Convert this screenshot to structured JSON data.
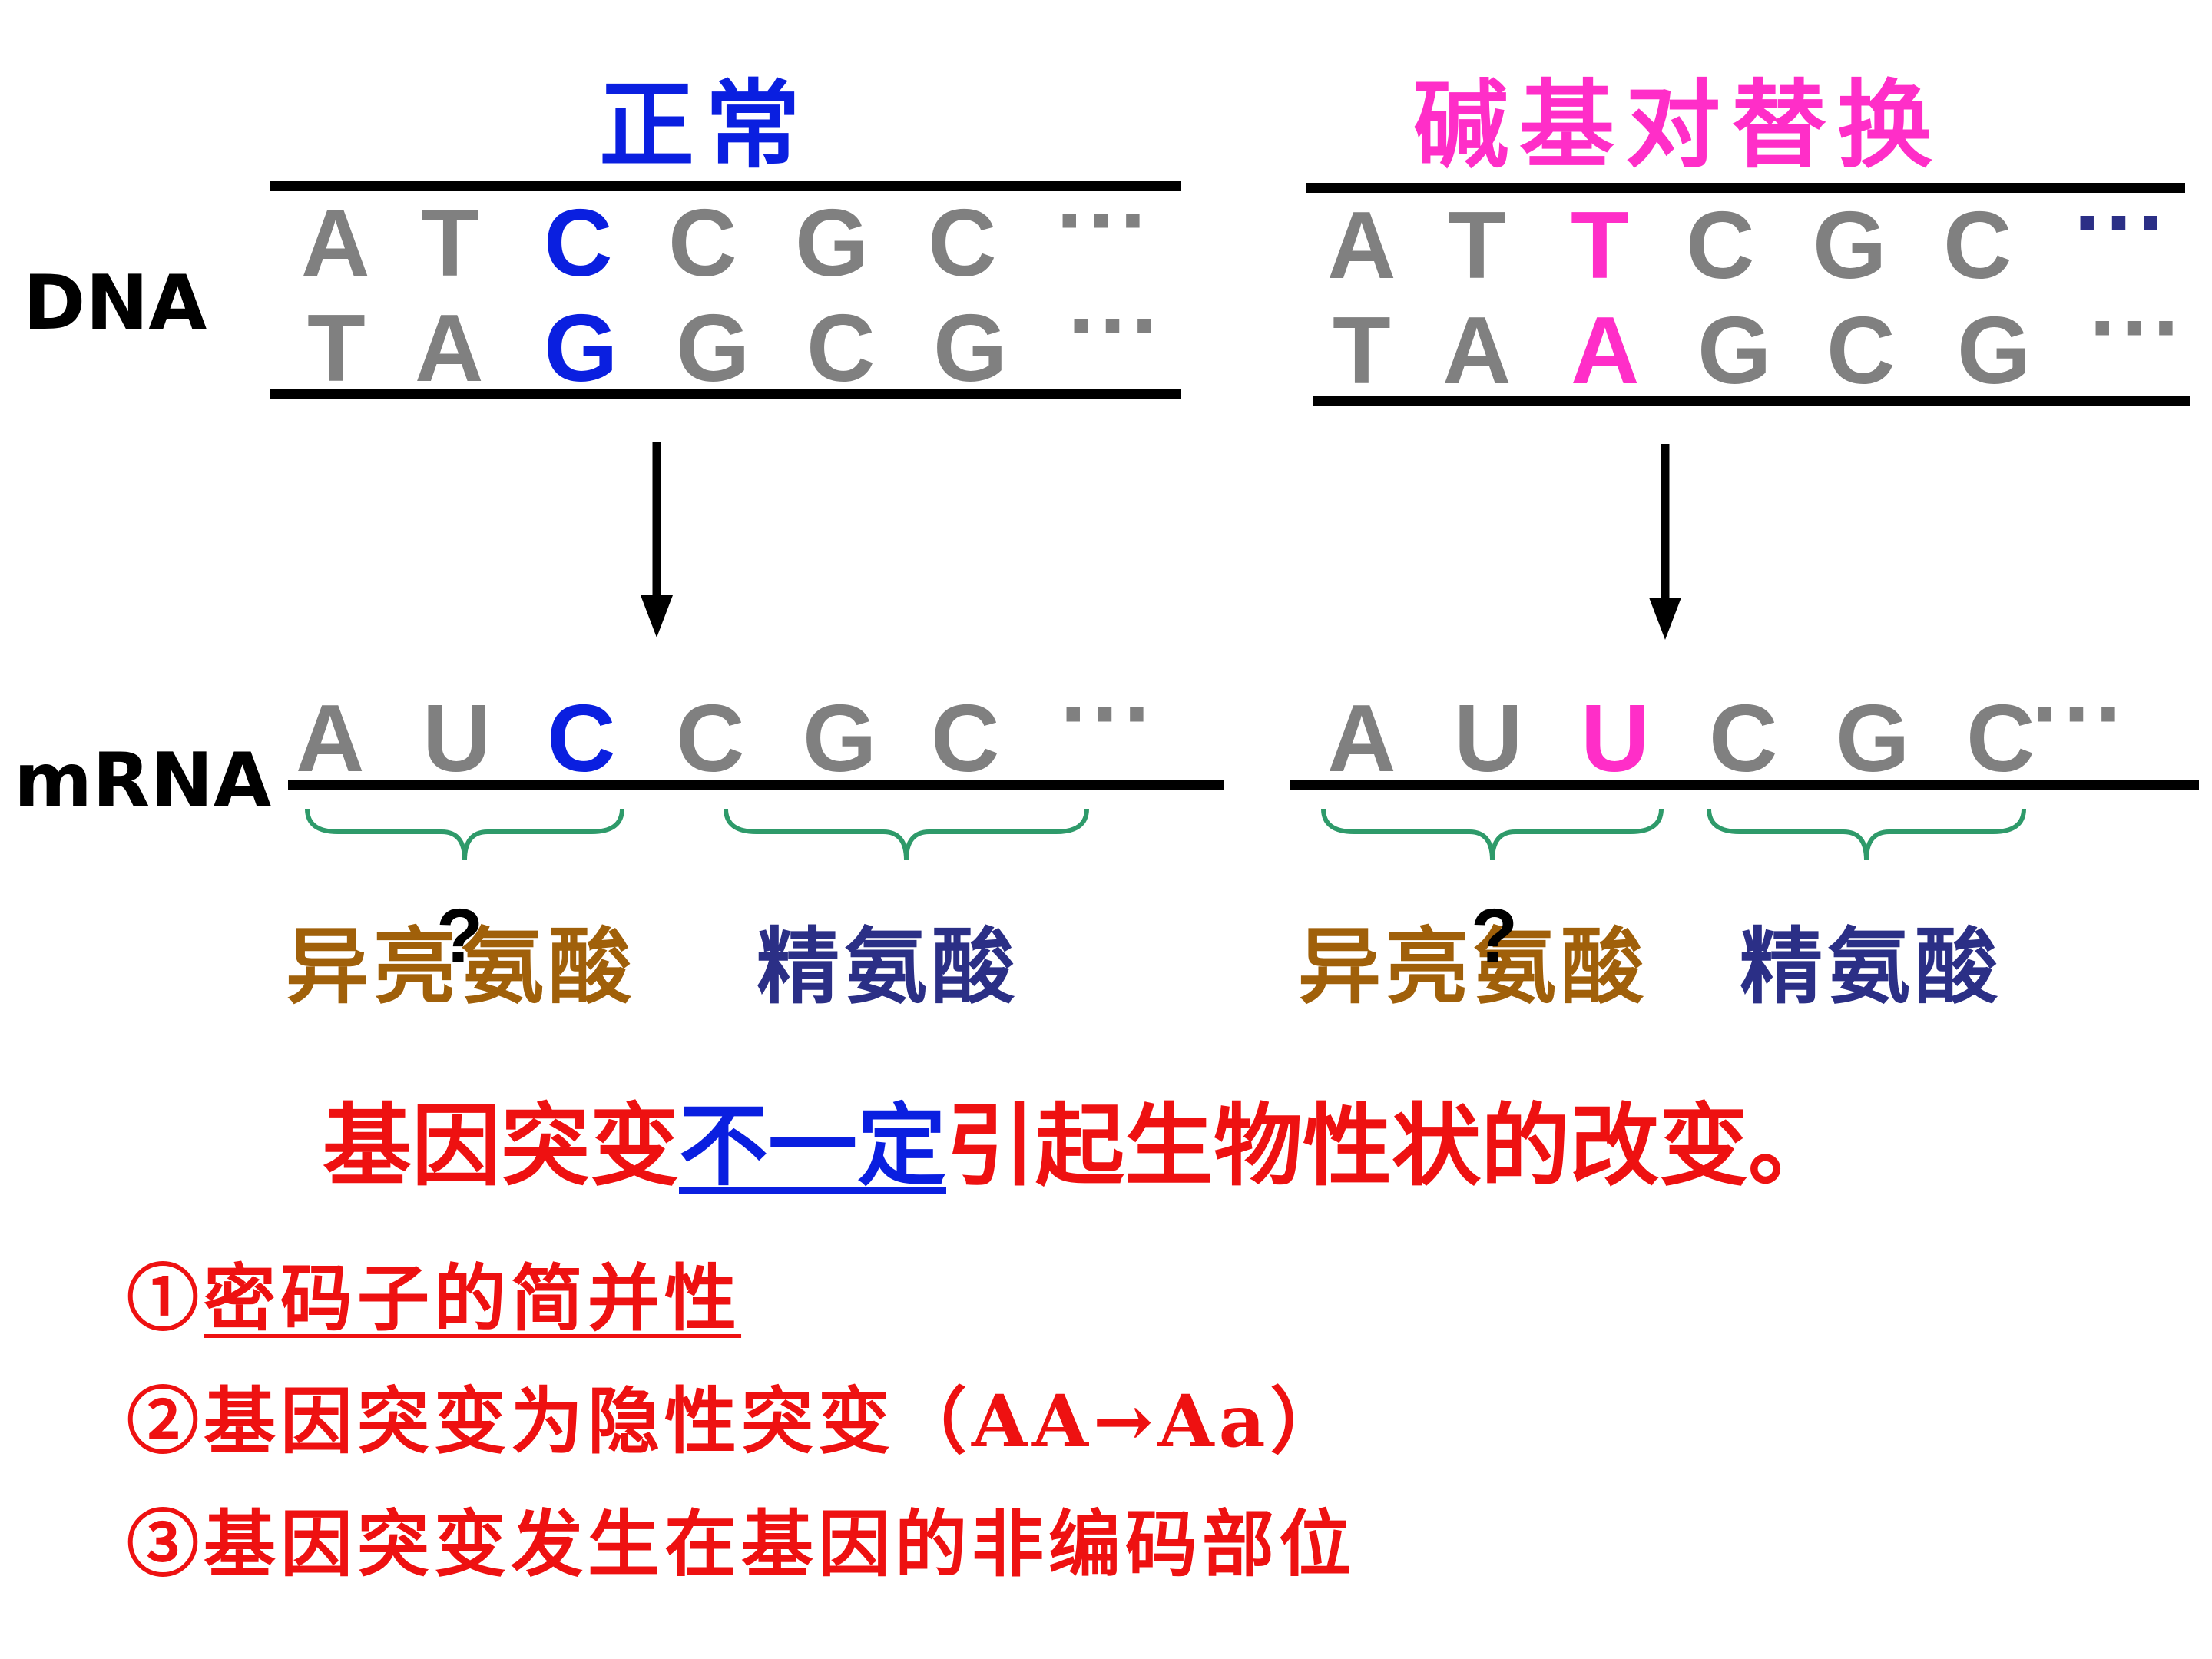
{
  "colors": {
    "gray": "#808080",
    "blue": "#0a1fe0",
    "magenta": "#ff2ec8",
    "brown": "#a0600a",
    "navy": "#2b2f86",
    "red": "#ee1111",
    "brace_green": "#2e9a6a"
  },
  "left": {
    "title": "正常",
    "dna_top": [
      "A",
      "T",
      "C",
      "C",
      "G",
      "C",
      "···"
    ],
    "dna_bottom": [
      "T",
      "A",
      "G",
      "G",
      "C",
      "G",
      "···"
    ],
    "mrna": [
      "A",
      "U",
      "C",
      "C",
      "G",
      "C",
      "···"
    ],
    "codon1": "异亮氨酸",
    "codon2": "精氨酸"
  },
  "right": {
    "title": "碱基对替换",
    "dna_top": [
      "A",
      "T",
      "T",
      "C",
      "G",
      "C",
      "···"
    ],
    "dna_bottom": [
      "T",
      "A",
      "A",
      "G",
      "C",
      "G",
      "···"
    ],
    "mrna": [
      "A",
      "U",
      "U",
      "C",
      "G",
      "C",
      "···"
    ],
    "codon1": "异亮氨酸",
    "codon2": "精氨酸"
  },
  "labels": {
    "dna": "DNA",
    "mrna": "mRNA",
    "question": "?"
  },
  "conclusion": {
    "pre": "基因突变",
    "mid": "不一定",
    "post": "引起生物性状的改变。"
  },
  "points": [
    {
      "num": "①",
      "text": "密码子的简并性"
    },
    {
      "num": "②",
      "text": "基因突变为隐性突变（AA→Aa）"
    },
    {
      "num": "③",
      "text": "基因突变发生在基因的非编码部位"
    }
  ]
}
